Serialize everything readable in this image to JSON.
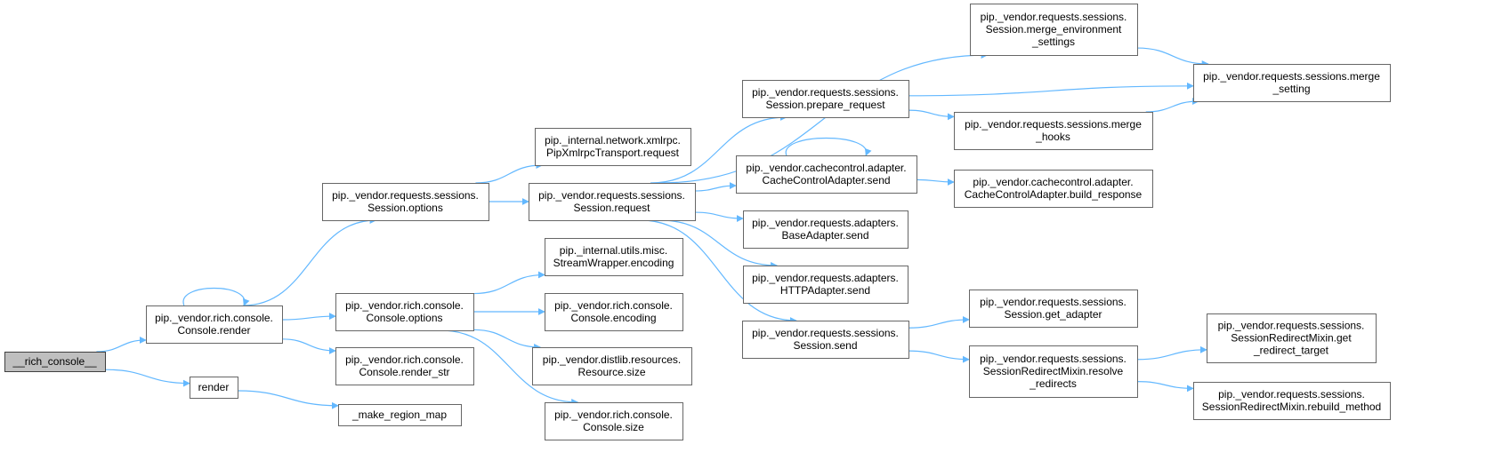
{
  "colors": {
    "edge": "#63b8ff",
    "node_fill": "#ffffff",
    "node_border": "#666666",
    "root_fill": "#bfbfbf"
  },
  "nodes": [
    {
      "id": "rich_console",
      "lines": [
        "__rich_console__"
      ]
    },
    {
      "id": "console_render",
      "lines": [
        "pip._vendor.rich.console.",
        "Console.render"
      ]
    },
    {
      "id": "render",
      "lines": [
        "render"
      ]
    },
    {
      "id": "make_region_map",
      "lines": [
        "_make_region_map"
      ]
    },
    {
      "id": "session_options",
      "lines": [
        "pip._vendor.requests.sessions.",
        "Session.options"
      ]
    },
    {
      "id": "console_options",
      "lines": [
        "pip._vendor.rich.console.",
        "Console.options"
      ]
    },
    {
      "id": "render_str",
      "lines": [
        "pip._vendor.rich.console.",
        "Console.render_str"
      ]
    },
    {
      "id": "xmlrpc_request",
      "lines": [
        "pip._internal.network.xmlrpc.",
        "PipXmlrpcTransport.request"
      ]
    },
    {
      "id": "session_request",
      "lines": [
        "pip._vendor.requests.sessions.",
        "Session.request"
      ]
    },
    {
      "id": "streamwrapper_encoding",
      "lines": [
        "pip._internal.utils.misc.",
        "StreamWrapper.encoding"
      ]
    },
    {
      "id": "console_encoding",
      "lines": [
        "pip._vendor.rich.console.",
        "Console.encoding"
      ]
    },
    {
      "id": "resource_size",
      "lines": [
        "pip._vendor.distlib.resources.",
        "Resource.size"
      ]
    },
    {
      "id": "console_size",
      "lines": [
        "pip._vendor.rich.console.",
        "Console.size"
      ]
    },
    {
      "id": "prepare_request",
      "lines": [
        "pip._vendor.requests.sessions.",
        "Session.prepare_request"
      ]
    },
    {
      "id": "cache_send",
      "lines": [
        "pip._vendor.cachecontrol.adapter.",
        "CacheControlAdapter.send"
      ]
    },
    {
      "id": "base_send",
      "lines": [
        "pip._vendor.requests.adapters.",
        "BaseAdapter.send"
      ]
    },
    {
      "id": "http_send",
      "lines": [
        "pip._vendor.requests.adapters.",
        "HTTPAdapter.send"
      ]
    },
    {
      "id": "session_send",
      "lines": [
        "pip._vendor.requests.sessions.",
        "Session.send"
      ]
    },
    {
      "id": "merge_env",
      "lines": [
        "pip._vendor.requests.sessions.",
        "Session.merge_environment",
        "_settings"
      ]
    },
    {
      "id": "merge_hooks",
      "lines": [
        "pip._vendor.requests.sessions.merge",
        "_hooks"
      ]
    },
    {
      "id": "build_response",
      "lines": [
        "pip._vendor.cachecontrol.adapter.",
        "CacheControlAdapter.build_response"
      ]
    },
    {
      "id": "get_adapter",
      "lines": [
        "pip._vendor.requests.sessions.",
        "Session.get_adapter"
      ]
    },
    {
      "id": "resolve_redirects",
      "lines": [
        "pip._vendor.requests.sessions.",
        "SessionRedirectMixin.resolve",
        "_redirects"
      ]
    },
    {
      "id": "merge_setting",
      "lines": [
        "pip._vendor.requests.sessions.merge",
        "_setting"
      ]
    },
    {
      "id": "get_redirect_target",
      "lines": [
        "pip._vendor.requests.sessions.",
        "SessionRedirectMixin.get",
        "_redirect_target"
      ]
    },
    {
      "id": "rebuild_method",
      "lines": [
        "pip._vendor.requests.sessions.",
        "SessionRedirectMixin.rebuild_method"
      ]
    }
  ],
  "edges": [
    {
      "from": "rich_console",
      "to": "console_render"
    },
    {
      "from": "rich_console",
      "to": "render"
    },
    {
      "from": "console_render",
      "to": "console_render"
    },
    {
      "from": "console_render",
      "to": "session_options"
    },
    {
      "from": "console_render",
      "to": "console_options"
    },
    {
      "from": "console_render",
      "to": "render_str"
    },
    {
      "from": "render",
      "to": "make_region_map"
    },
    {
      "from": "session_options",
      "to": "xmlrpc_request"
    },
    {
      "from": "session_options",
      "to": "session_request"
    },
    {
      "from": "console_options",
      "to": "streamwrapper_encoding"
    },
    {
      "from": "console_options",
      "to": "console_encoding"
    },
    {
      "from": "console_options",
      "to": "resource_size"
    },
    {
      "from": "console_options",
      "to": "console_size"
    },
    {
      "from": "session_request",
      "to": "merge_env"
    },
    {
      "from": "session_request",
      "to": "prepare_request"
    },
    {
      "from": "session_request",
      "to": "cache_send"
    },
    {
      "from": "session_request",
      "to": "base_send"
    },
    {
      "from": "session_request",
      "to": "http_send"
    },
    {
      "from": "session_request",
      "to": "session_send"
    },
    {
      "from": "merge_env",
      "to": "merge_setting"
    },
    {
      "from": "prepare_request",
      "to": "merge_setting"
    },
    {
      "from": "prepare_request",
      "to": "merge_hooks"
    },
    {
      "from": "merge_hooks",
      "to": "merge_setting"
    },
    {
      "from": "cache_send",
      "to": "cache_send"
    },
    {
      "from": "cache_send",
      "to": "build_response"
    },
    {
      "from": "session_send",
      "to": "get_adapter"
    },
    {
      "from": "session_send",
      "to": "resolve_redirects"
    },
    {
      "from": "resolve_redirects",
      "to": "get_redirect_target"
    },
    {
      "from": "resolve_redirects",
      "to": "rebuild_method"
    }
  ]
}
